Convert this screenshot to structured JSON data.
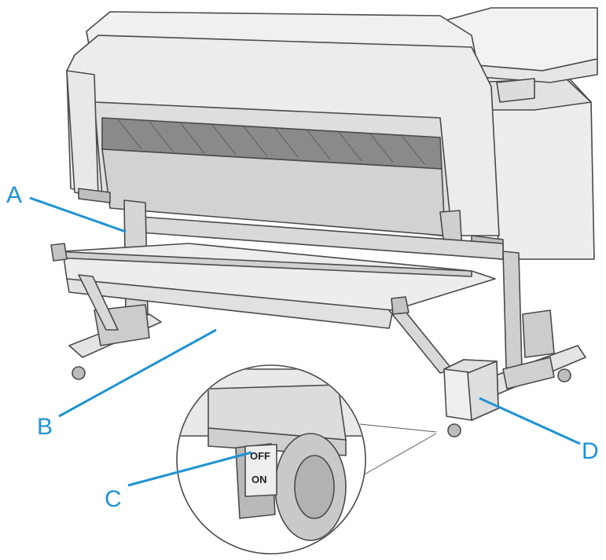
{
  "callouts": {
    "a": "A",
    "b": "B",
    "c": "C",
    "d": "D"
  },
  "caster_switch": {
    "off_label": "OFF",
    "on_label": "ON"
  }
}
